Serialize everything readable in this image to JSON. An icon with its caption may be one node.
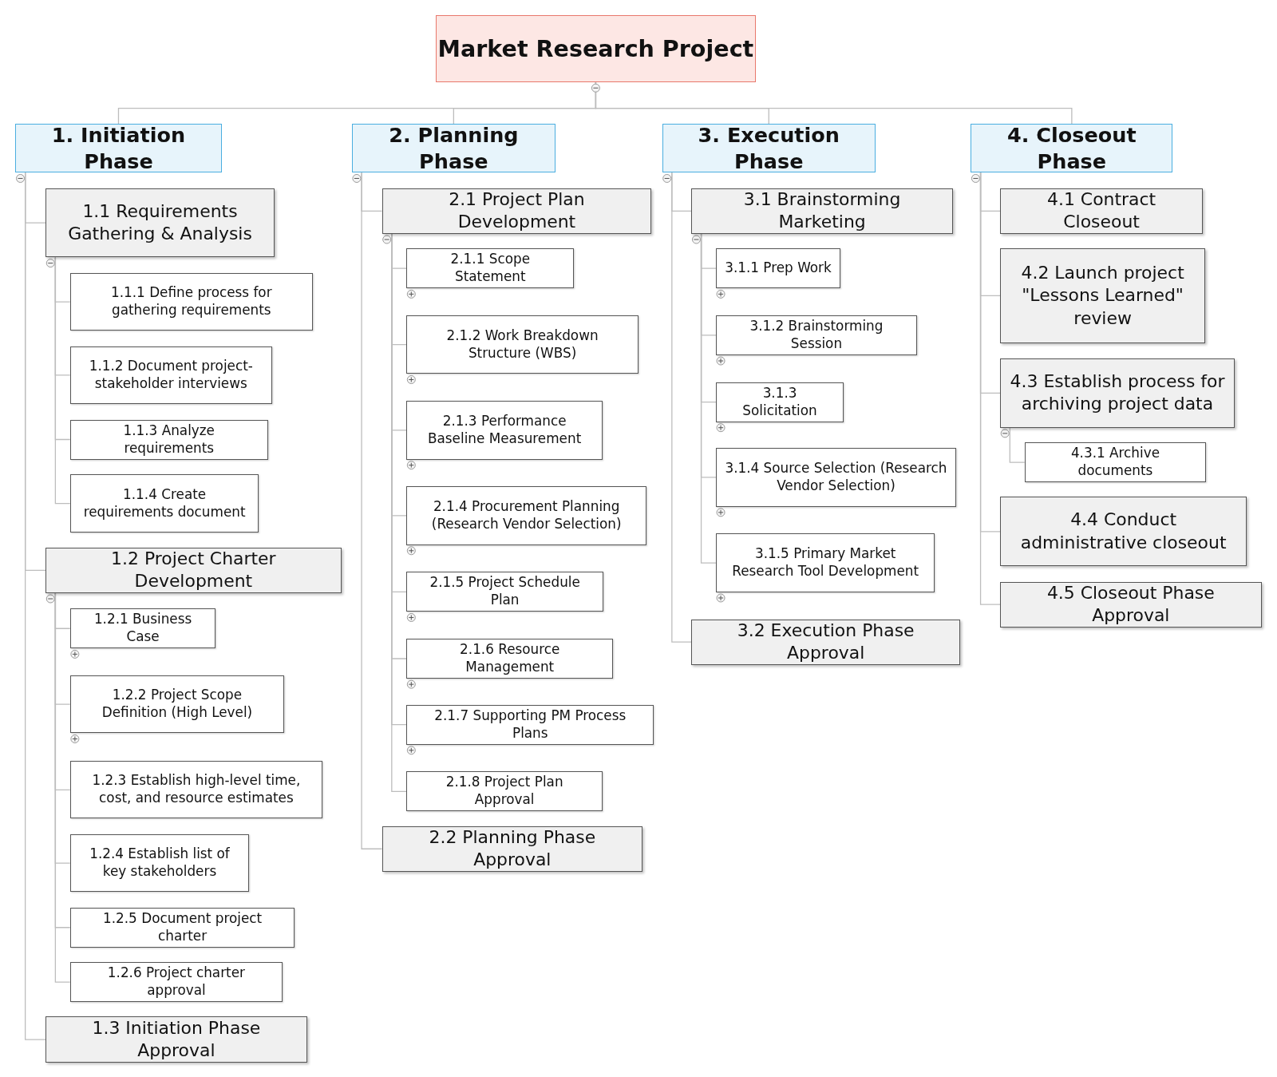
{
  "diagram": {
    "title": "Market Research Project",
    "nodes": [
      {
        "text": [
          "1. Initiation Phase"
        ]
      },
      {
        "text": [
          "1.1 Requirements Gathering & Analysis"
        ]
      },
      {
        "text": [
          "1.1.1 Define process for gathering requirements"
        ]
      },
      {
        "text": [
          "1.1.2 Document project-stakeholder interviews"
        ]
      },
      {
        "text": [
          "1.1.3 Analyze requirements"
        ]
      },
      {
        "text": [
          "1.1.4 Create requirements document"
        ]
      },
      {
        "text": [
          "1.2 Project Charter Development"
        ]
      },
      {
        "text": [
          "1.2.1 Business Case"
        ]
      },
      {
        "text": [
          "1.2.2 Project Scope Definition (High Level)"
        ]
      },
      {
        "text": [
          "1.2.3 Establish high-level time, cost, and resource estimates"
        ]
      },
      {
        "text": [
          "1.2.4 Establish list of key stakeholders"
        ]
      },
      {
        "text": [
          "1.2.5 Document project charter"
        ]
      },
      {
        "text": [
          "1.2.6 Project charter approval"
        ]
      },
      {
        "text": [
          "1.3 Initiation Phase Approval"
        ]
      },
      {
        "text": [
          "2. Planning Phase"
        ]
      },
      {
        "text": [
          "2.1 Project Plan Development"
        ]
      },
      {
        "text": [
          "2.1.1 Scope Statement"
        ]
      },
      {
        "text": [
          "2.1.2 Work Breakdown Structure (WBS)"
        ]
      },
      {
        "text": [
          "2.1.3 Performance Baseline Measurement"
        ]
      },
      {
        "text": [
          "2.1.4 Procurement Planning (Research Vendor Selection)"
        ]
      },
      {
        "text": [
          "2.1.5 Project Schedule Plan"
        ]
      },
      {
        "text": [
          "2.1.6 Resource Management"
        ]
      },
      {
        "text": [
          "2.1.7 Supporting PM Process Plans"
        ]
      },
      {
        "text": [
          "2.1.8 Project Plan Approval"
        ]
      },
      {
        "text": [
          "2.2 Planning Phase Approval"
        ]
      },
      {
        "text": [
          "3. Execution Phase"
        ]
      },
      {
        "text": [
          "3.1 Brainstorming Marketing"
        ]
      },
      {
        "text": [
          "3.1.1 Prep Work"
        ]
      },
      {
        "text": [
          "3.1.2 Brainstorming Session"
        ]
      },
      {
        "text": [
          "3.1.3 Solicitation"
        ]
      },
      {
        "text": [
          "3.1.4 Source Selection (Research Vendor Selection)"
        ]
      },
      {
        "text": [
          "3.1.5 Primary Market Research Tool Development"
        ]
      },
      {
        "text": [
          "3.2 Execution Phase Approval"
        ]
      },
      {
        "text": [
          "4. Closeout Phase"
        ]
      },
      {
        "text": [
          "4.1 Contract Closeout"
        ]
      },
      {
        "text": [
          "4.2 Launch project \"Lessons Learned\" review"
        ]
      },
      {
        "text": [
          "4.3 Establish process for archiving project data"
        ]
      },
      {
        "text": [
          "4.3.1 Archive documents"
        ]
      },
      {
        "text": [
          "4.4 Conduct administrative closeout"
        ]
      },
      {
        "text": [
          "4.5 Closeout Phase Approval"
        ]
      }
    ],
    "edges": [
      {
        "from": null,
        "to": 0,
        "arrow": "none"
      },
      {
        "from": null,
        "to": 14,
        "arrow": "none"
      },
      {
        "from": null,
        "to": 25,
        "arrow": "none"
      },
      {
        "from": null,
        "to": 33,
        "arrow": "none"
      },
      {
        "from": 0,
        "to": 1,
        "arrow": "none"
      },
      {
        "from": 1,
        "to": 2,
        "arrow": "none"
      },
      {
        "from": 1,
        "to": 3,
        "arrow": "none"
      },
      {
        "from": 1,
        "to": 4,
        "arrow": "none"
      },
      {
        "from": 1,
        "to": 5,
        "arrow": "none"
      },
      {
        "from": 0,
        "to": 6,
        "arrow": "none"
      },
      {
        "from": 6,
        "to": 7,
        "arrow": "none"
      },
      {
        "from": 6,
        "to": 8,
        "arrow": "none"
      },
      {
        "from": 6,
        "to": 9,
        "arrow": "none"
      },
      {
        "from": 6,
        "to": 10,
        "arrow": "none"
      },
      {
        "from": 6,
        "to": 11,
        "arrow": "none"
      },
      {
        "from": 6,
        "to": 12,
        "arrow": "none"
      },
      {
        "from": 0,
        "to": 13,
        "arrow": "none"
      },
      {
        "from": 14,
        "to": 15,
        "arrow": "none"
      },
      {
        "from": 15,
        "to": 16,
        "arrow": "none"
      },
      {
        "from": 15,
        "to": 17,
        "arrow": "none"
      },
      {
        "from": 15,
        "to": 18,
        "arrow": "none"
      },
      {
        "from": 15,
        "to": 19,
        "arrow": "none"
      },
      {
        "from": 15,
        "to": 20,
        "arrow": "none"
      },
      {
        "from": 15,
        "to": 21,
        "arrow": "none"
      },
      {
        "from": 15,
        "to": 22,
        "arrow": "none"
      },
      {
        "from": 15,
        "to": 23,
        "arrow": "none"
      },
      {
        "from": 14,
        "to": 24,
        "arrow": "none"
      },
      {
        "from": 25,
        "to": 26,
        "arrow": "none"
      },
      {
        "from": 26,
        "to": 27,
        "arrow": "none"
      },
      {
        "from": 26,
        "to": 28,
        "arrow": "none"
      },
      {
        "from": 26,
        "to": 29,
        "arrow": "none"
      },
      {
        "from": 26,
        "to": 30,
        "arrow": "none"
      },
      {
        "from": 26,
        "to": 31,
        "arrow": "none"
      },
      {
        "from": 25,
        "to": 32,
        "arrow": "none"
      },
      {
        "from": 33,
        "to": 34,
        "arrow": "none"
      },
      {
        "from": 33,
        "to": 35,
        "arrow": "none"
      },
      {
        "from": 33,
        "to": 36,
        "arrow": "none"
      },
      {
        "from": 36,
        "to": 37,
        "arrow": "none"
      },
      {
        "from": 33,
        "to": 38,
        "arrow": "none"
      },
      {
        "from": 33,
        "to": 39,
        "arrow": "none"
      }
    ]
  }
}
